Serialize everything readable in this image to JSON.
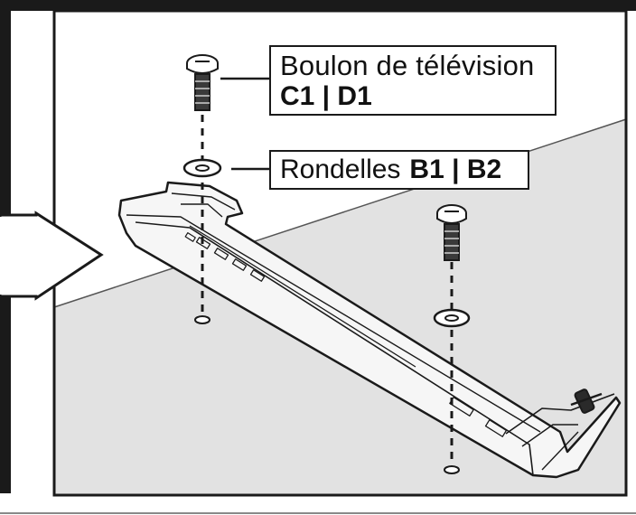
{
  "labels": {
    "bolt_name": "Boulon de télévision",
    "bolt_codes": "C1 | D1",
    "washer_name": "Rondelles",
    "washer_codes": "B1 | B2"
  },
  "colors": {
    "line": "#1a1a1a",
    "wall": "#e2e2e2",
    "background": "#ffffff",
    "bracket_fill": "#f6f6f6"
  },
  "icons": [
    "screw-icon",
    "washer-icon",
    "mount-bracket-icon",
    "arrow-right-icon",
    "mounting-hole-icon"
  ]
}
